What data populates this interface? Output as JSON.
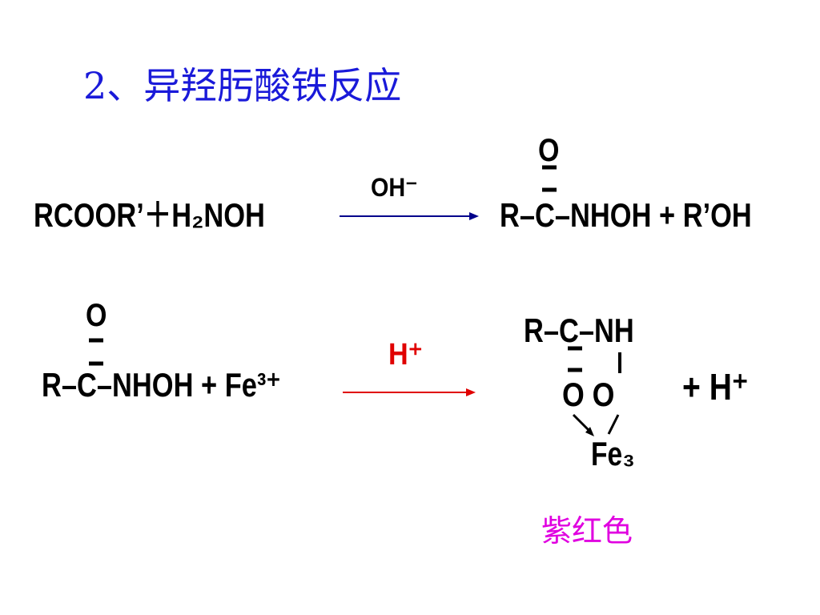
{
  "slide": {
    "title": "2、异羟肟酸铁反应",
    "colors": {
      "title": "#1a1ad9",
      "reaction": "#000000",
      "catalyst_acid": "#e00000",
      "product_color_label": "#e000e0",
      "arrow1": "#00008b",
      "arrow2": "#e00000"
    }
  },
  "reaction1": {
    "reactants": "RCOOR’＋H₂NOH",
    "reagent": "OH⁻",
    "product_oxygen": "O",
    "product_main": "R–C–NHOH + R’OH"
  },
  "reaction2": {
    "reactant_oxygen": "O",
    "reactants": "R–C–NHOH + Fe³⁺",
    "reagent": "H⁺",
    "complex_top": "R–C–NH",
    "complex_oxygens": "O  O",
    "complex_metal": "Fe₃",
    "plus_proton": "+ H⁺",
    "color_label": "紫红色"
  }
}
